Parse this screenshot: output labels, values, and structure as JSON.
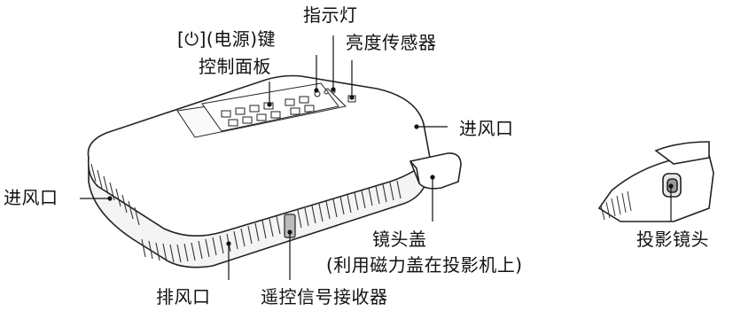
{
  "labels": {
    "indicator": "指示灯",
    "power_key": "[⏻](电源)键",
    "light_sensor": "亮度传感器",
    "control_panel": "控制面板",
    "air_intake_right": "进风口",
    "air_intake_left": "进风口",
    "lens_cover": "镜头盖",
    "lens_cover_note": "(利用磁力盖在投影机上)",
    "air_exhaust": "排风口",
    "remote_receiver": "遥控信号接收器",
    "projection_lens": "投影镜头"
  }
}
